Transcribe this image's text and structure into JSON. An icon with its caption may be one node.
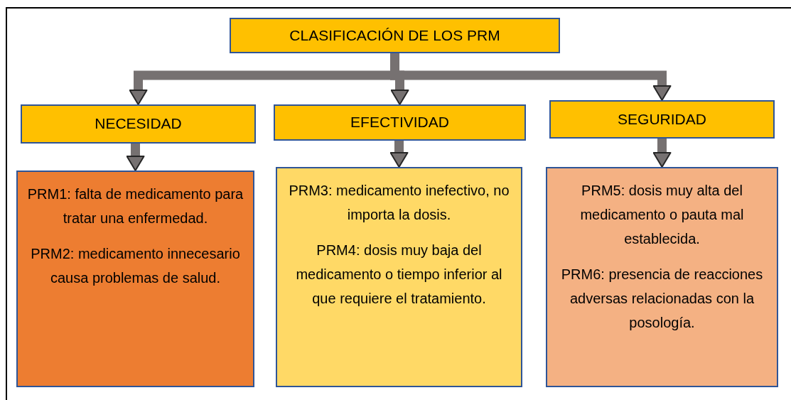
{
  "diagram": {
    "nodes": [
      {
        "text": [
          "CLASIFICACIÓN DE LOS PRM"
        ]
      },
      {
        "text": [
          "NECESIDAD"
        ]
      },
      {
        "text": [
          "EFECTIVIDAD"
        ]
      },
      {
        "text": [
          "SEGURIDAD"
        ]
      },
      {
        "text": [
          "PRM1:  falta de medicamento para tratar una enfermedad.",
          "PRM2: medicamento innecesario causa problemas de salud."
        ]
      },
      {
        "text": [
          "PRM3: medicamento inefectivo, no importa la dosis.",
          "PRM4: dosis muy baja del medicamento o tiempo inferior al que requiere el tratamiento."
        ]
      },
      {
        "text": [
          "PRM5: dosis muy alta del medicamento o pauta mal establecida.",
          "PRM6: presencia de reacciones adversas relacionadas con la posología."
        ]
      }
    ],
    "edges": [
      {
        "from": 0,
        "to": 1,
        "arrow": "to"
      },
      {
        "from": 0,
        "to": 2,
        "arrow": "to"
      },
      {
        "from": 0,
        "to": 3,
        "arrow": "to"
      },
      {
        "from": 1,
        "to": 4,
        "arrow": "to"
      },
      {
        "from": 2,
        "to": 5,
        "arrow": "to"
      },
      {
        "from": 3,
        "to": 6,
        "arrow": "to"
      }
    ]
  }
}
